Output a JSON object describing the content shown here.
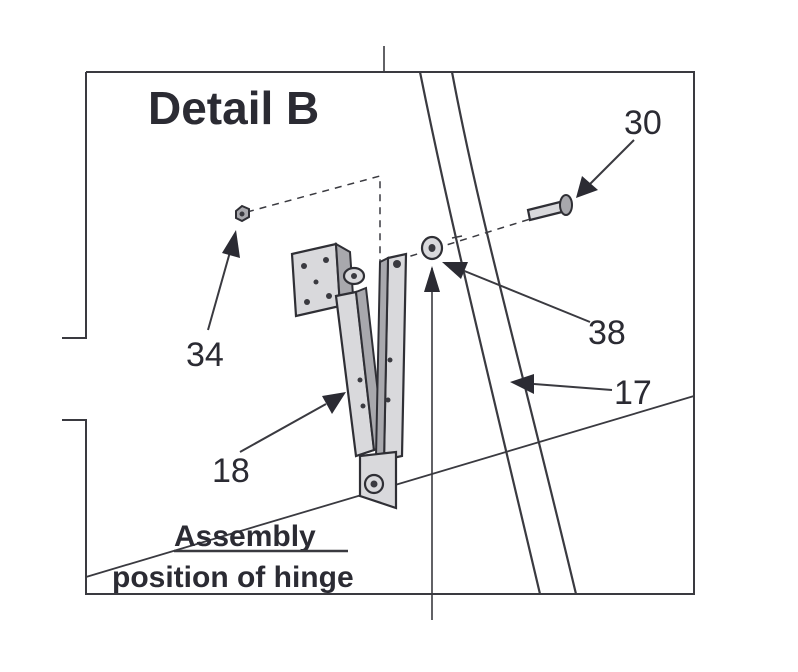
{
  "title": "Detail B",
  "callouts": {
    "c30": "30",
    "c34": "34",
    "c38": "38",
    "c17": "17",
    "c18": "18"
  },
  "caption": {
    "line1": "Assembly",
    "line2": "position of hinge"
  },
  "parts": {
    "hinge": "hinge-bracket",
    "bolt": "bolt-icon",
    "nut": "nut-icon",
    "washer": "washer-icon",
    "panel": "panel-frame"
  }
}
